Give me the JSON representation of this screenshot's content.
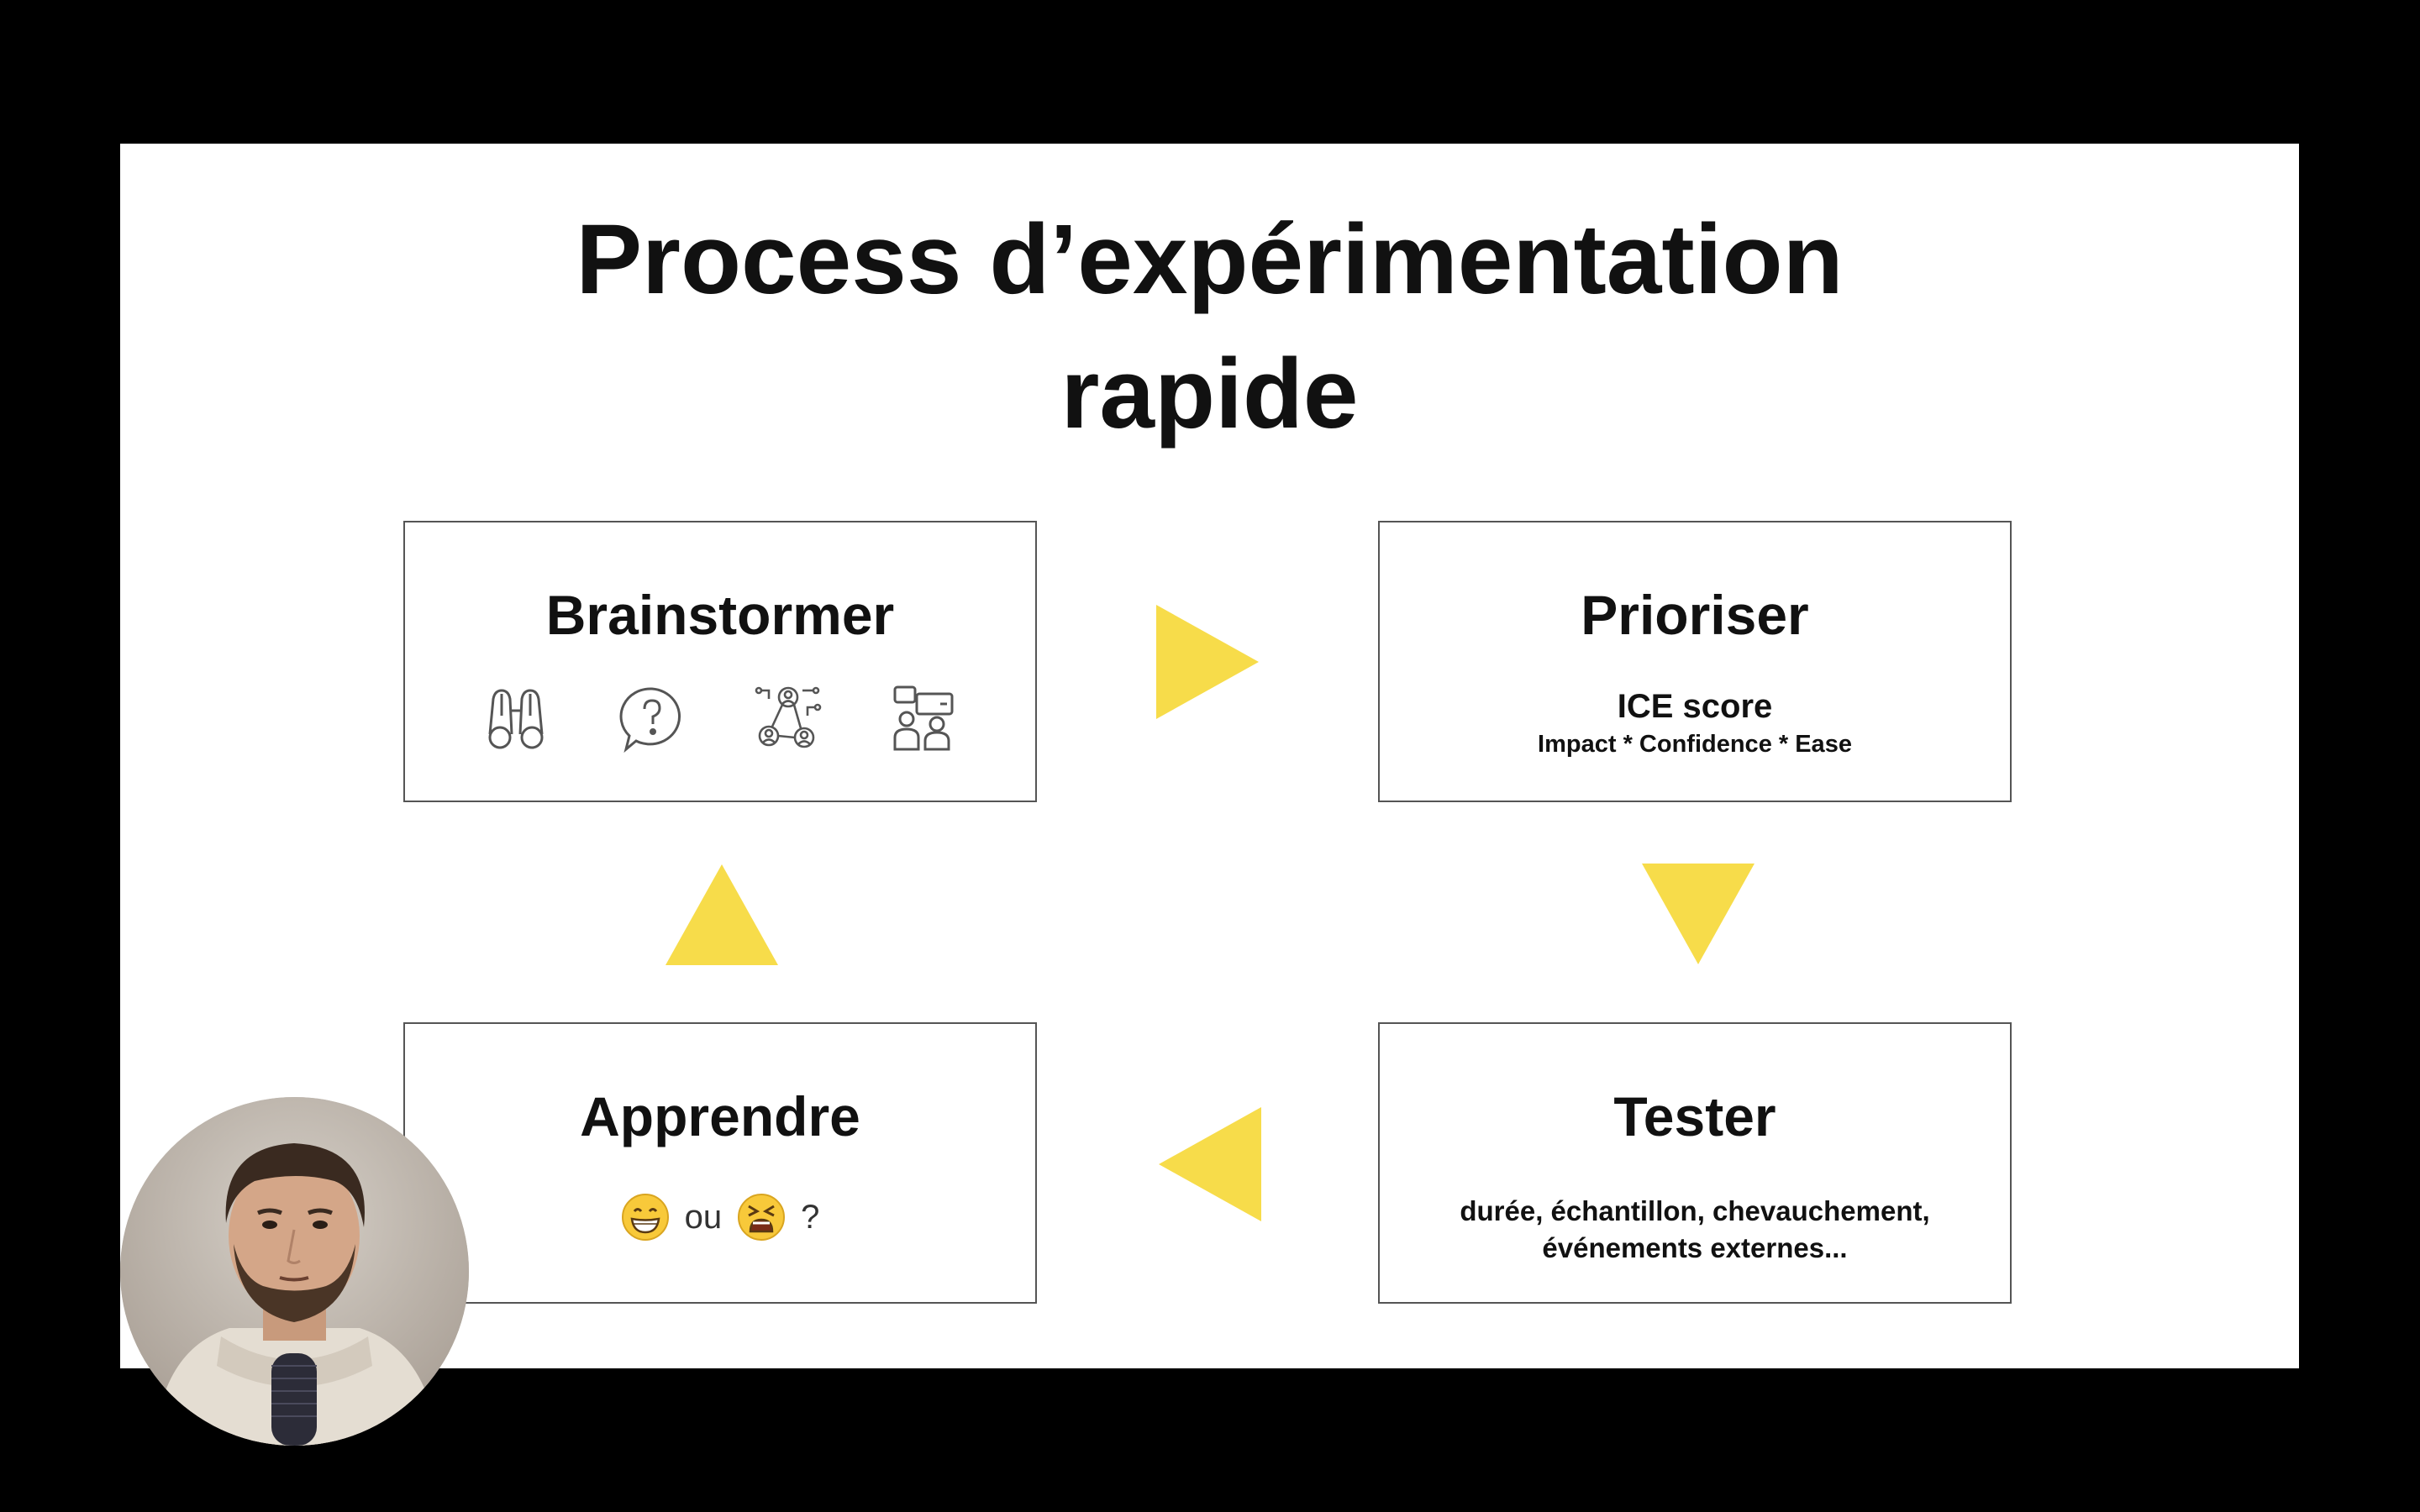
{
  "slide": {
    "title_line1": "Process d’expérimentation",
    "title_line2": "rapide"
  },
  "steps": {
    "brainstormer": {
      "title": "Brainstormer",
      "icons": [
        "binoculars-icon",
        "question-bubble-icon",
        "network-people-icon",
        "chat-people-icon"
      ]
    },
    "prioriser": {
      "title": "Prioriser",
      "subtitle": "ICE score",
      "formula": "Impact * Confidence * Ease"
    },
    "tester": {
      "title": "Tester",
      "line1": "durée, échantillon, chevauchement,",
      "line2": "événements externes..."
    },
    "apprendre": {
      "title": "Apprendre",
      "connector": "ou",
      "question": "?",
      "icons": [
        "grinning-face-icon",
        "tired-face-icon"
      ]
    }
  },
  "colors": {
    "background": "#000000",
    "slide": "#ffffff",
    "arrow": "#f7dc4a",
    "box_border": "#555555",
    "text": "#111111"
  },
  "webcam": {
    "icon": "presenter-video-icon"
  }
}
